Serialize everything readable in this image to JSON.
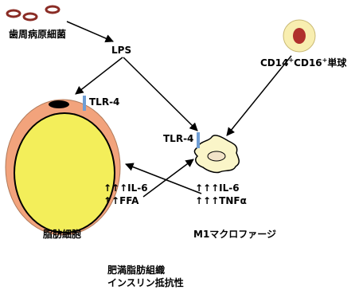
{
  "labels": {
    "bacteria": "歯周病原細菌",
    "lps": "LPS",
    "monocyte_prefix_1": "CD14",
    "monocyte_sup_1": "+",
    "monocyte_prefix_2": "CD16",
    "monocyte_sup_2": "+",
    "monocyte_suffix": "単球",
    "tlr4_adipocyte": "TLR-4",
    "tlr4_macrophage": "TLR-4",
    "adipocyte_il6": "↑↑↑IL-6",
    "adipocyte_ffa": "↑↑FFA",
    "macrophage_il6": "↑↑↑IL-6",
    "macrophage_tnf": "↑↑↑TNFα",
    "adipocyte_name": "脂肪細胞",
    "macrophage_name": "M1マクロファージ",
    "footer_line1": "肥満脂肪組織",
    "footer_line2": "インスリン抵抗性"
  },
  "colors": {
    "adipocyte_outer": "#f2a37c",
    "adipocyte_inner": "#f3ee5a",
    "monocyte_outer": "#f8eeb0",
    "monocyte_inner": "#b0302c",
    "macrophage_body": "#faf5c8",
    "macrophage_nucleus": "#f2e3c8",
    "receptor": "#6f9ed4",
    "bacteria_ring": "#8a2c25"
  }
}
